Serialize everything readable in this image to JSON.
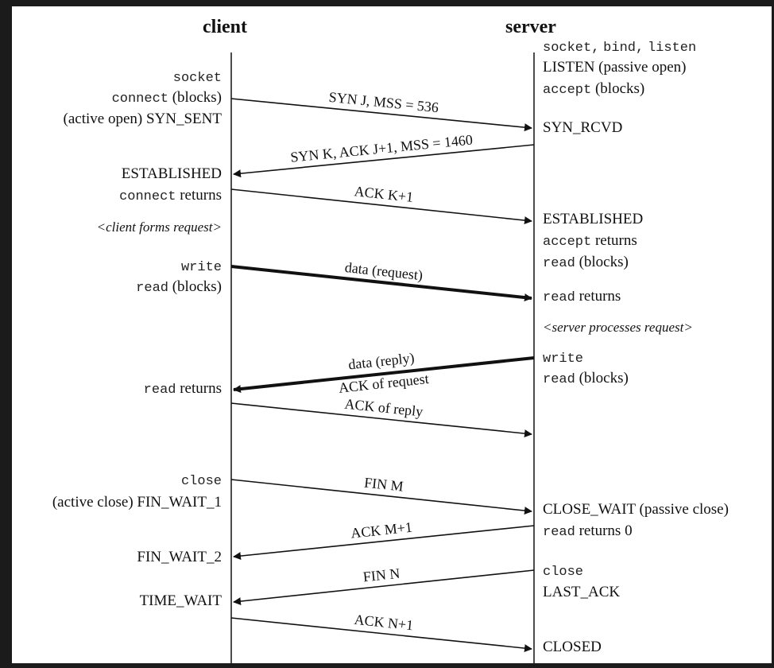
{
  "headers": {
    "client": "client",
    "server": "server"
  },
  "client_labels": [
    {
      "id": "c1",
      "parts": [
        {
          "t": "socket",
          "m": true
        }
      ]
    },
    {
      "id": "c2",
      "parts": [
        {
          "t": "connect",
          "m": true
        },
        {
          "t": " (blocks)",
          "m": false
        }
      ]
    },
    {
      "id": "c3",
      "parts": [
        {
          "t": "(active open)  SYN_SENT",
          "m": false
        }
      ]
    },
    {
      "id": "c4",
      "parts": [
        {
          "t": "ESTABLISHED",
          "m": false
        }
      ]
    },
    {
      "id": "c5",
      "parts": [
        {
          "t": "connect",
          "m": true
        },
        {
          "t": " returns",
          "m": false
        }
      ]
    },
    {
      "id": "c6",
      "parts": [
        {
          "t": "<client forms request>",
          "m": false,
          "i": true
        }
      ]
    },
    {
      "id": "c7",
      "parts": [
        {
          "t": "write",
          "m": true
        }
      ]
    },
    {
      "id": "c8",
      "parts": [
        {
          "t": "read",
          "m": true
        },
        {
          "t": " (blocks)",
          "m": false
        }
      ]
    },
    {
      "id": "c9",
      "parts": [
        {
          "t": "read",
          "m": true
        },
        {
          "t": " returns",
          "m": false
        }
      ]
    },
    {
      "id": "c10",
      "parts": [
        {
          "t": "close",
          "m": true
        }
      ]
    },
    {
      "id": "c11",
      "parts": [
        {
          "t": "(active close)  FIN_WAIT_1",
          "m": false
        }
      ]
    },
    {
      "id": "c12",
      "parts": [
        {
          "t": "FIN_WAIT_2",
          "m": false
        }
      ]
    },
    {
      "id": "c13",
      "parts": [
        {
          "t": "TIME_WAIT",
          "m": false
        }
      ]
    }
  ],
  "server_labels": [
    {
      "id": "s1",
      "parts": [
        {
          "t": "socket,",
          "m": true
        },
        {
          "t": " ",
          "m": false
        },
        {
          "t": "bind,",
          "m": true
        },
        {
          "t": " ",
          "m": false
        },
        {
          "t": "listen",
          "m": true
        }
      ]
    },
    {
      "id": "s2",
      "parts": [
        {
          "t": "LISTEN  (passive open)",
          "m": false
        }
      ]
    },
    {
      "id": "s3",
      "parts": [
        {
          "t": "accept",
          "m": true
        },
        {
          "t": " (blocks)",
          "m": false
        }
      ]
    },
    {
      "id": "s4",
      "parts": [
        {
          "t": "SYN_RCVD",
          "m": false
        }
      ]
    },
    {
      "id": "s5",
      "parts": [
        {
          "t": "ESTABLISHED",
          "m": false
        }
      ]
    },
    {
      "id": "s6",
      "parts": [
        {
          "t": "accept",
          "m": true
        },
        {
          "t": " returns",
          "m": false
        }
      ]
    },
    {
      "id": "s7",
      "parts": [
        {
          "t": "read",
          "m": true
        },
        {
          "t": " (blocks)",
          "m": false
        }
      ]
    },
    {
      "id": "s8",
      "parts": [
        {
          "t": "read",
          "m": true
        },
        {
          "t": " returns",
          "m": false
        }
      ]
    },
    {
      "id": "s9",
      "parts": [
        {
          "t": "<server processes request>",
          "m": false,
          "i": true
        }
      ]
    },
    {
      "id": "s10",
      "parts": [
        {
          "t": "write",
          "m": true
        }
      ]
    },
    {
      "id": "s11",
      "parts": [
        {
          "t": "read",
          "m": true
        },
        {
          "t": " (blocks)",
          "m": false
        }
      ]
    },
    {
      "id": "s12",
      "parts": [
        {
          "t": "CLOSE_WAIT  (passive close)",
          "m": false
        }
      ]
    },
    {
      "id": "s13",
      "parts": [
        {
          "t": "read",
          "m": true
        },
        {
          "t": " returns 0",
          "m": false
        }
      ]
    },
    {
      "id": "s14",
      "parts": [
        {
          "t": "close",
          "m": true
        }
      ]
    },
    {
      "id": "s15",
      "parts": [
        {
          "t": "LAST_ACK",
          "m": false
        }
      ]
    },
    {
      "id": "s16",
      "parts": [
        {
          "t": "CLOSED",
          "m": false
        }
      ]
    }
  ],
  "segments": [
    {
      "id": "m1",
      "from": "client",
      "to": "server",
      "bold": false,
      "labels": [
        "SYN J, MSS = 536"
      ]
    },
    {
      "id": "m2",
      "from": "server",
      "to": "client",
      "bold": false,
      "labels": [
        "SYN K, ACK J+1, MSS = 1460"
      ]
    },
    {
      "id": "m3",
      "from": "client",
      "to": "server",
      "bold": false,
      "labels": [
        "ACK K+1"
      ]
    },
    {
      "id": "m4",
      "from": "client",
      "to": "server",
      "bold": true,
      "labels": [
        "data (request)"
      ]
    },
    {
      "id": "m5",
      "from": "server",
      "to": "client",
      "bold": true,
      "labels": [
        "data (reply)",
        "ACK of request"
      ]
    },
    {
      "id": "m6",
      "from": "client",
      "to": "server",
      "bold": false,
      "labels": [
        "ACK of reply"
      ]
    },
    {
      "id": "m7",
      "from": "client",
      "to": "server",
      "bold": false,
      "labels": [
        "FIN M"
      ]
    },
    {
      "id": "m8",
      "from": "server",
      "to": "client",
      "bold": false,
      "labels": [
        "ACK M+1"
      ]
    },
    {
      "id": "m9",
      "from": "server",
      "to": "client",
      "bold": false,
      "labels": [
        "FIN N"
      ]
    },
    {
      "id": "m10",
      "from": "client",
      "to": "server",
      "bold": false,
      "labels": [
        "ACK N+1"
      ]
    }
  ],
  "colors": {
    "line": "#111111",
    "text": "#111111",
    "background": "#ffffff"
  }
}
